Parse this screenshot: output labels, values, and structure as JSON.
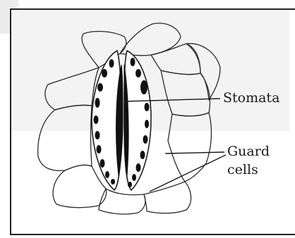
{
  "labels": {
    "stomata": "Stomata",
    "guard_line1": "Guard",
    "guard_line2": "cells"
  }
}
